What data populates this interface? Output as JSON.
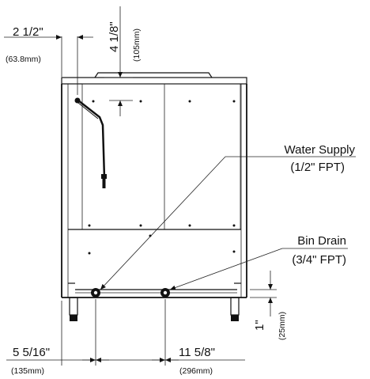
{
  "dimensions": {
    "top_offset": {
      "imperial": "2 1/2\"",
      "metric": "(63.8mm)"
    },
    "top_height": {
      "imperial": "4 1/8\"",
      "metric": "(105mm)"
    },
    "left_offset": {
      "imperial": "5 5/16\"",
      "metric": "(135mm)"
    },
    "drain_spacing": {
      "imperial": "11 5/8\"",
      "metric": "(296mm)"
    },
    "bottom_height": {
      "imperial": "1\"",
      "metric": "(25mm)"
    }
  },
  "callouts": {
    "water_supply": {
      "title": "Water Supply",
      "spec": "(1/2\" FPT)"
    },
    "bin_drain": {
      "title": "Bin Drain",
      "spec": "(3/4\" FPT)"
    }
  },
  "colors": {
    "line": "#111111",
    "background": "#ffffff"
  }
}
